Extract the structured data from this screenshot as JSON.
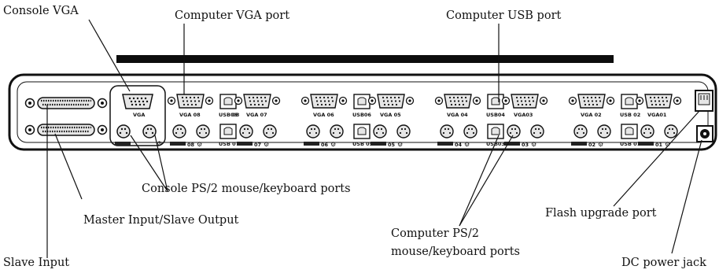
{
  "callouts": {
    "console_vga": "Console VGA",
    "computer_vga_port": "Computer VGA port",
    "computer_usb_port": "Computer USB port",
    "console_ps2": "Console PS/2 mouse/keyboard ports",
    "master_input": "Master Input/Slave Output",
    "slave_input": "Slave Input",
    "computer_ps2_line1": "Computer PS/2",
    "computer_ps2_line2": "mouse/keyboard ports",
    "flash_upgrade": "Flash upgrade port",
    "dc_power": "DC power jack"
  },
  "console_labels": {
    "vga": "VGA"
  },
  "ports": [
    {
      "vga": "VGA 08",
      "usb": "USB 08",
      "usb_bottom": "USB 07",
      "ps2_num": "08"
    },
    {
      "vga": "VGA 07",
      "usb": "06",
      "usb_bottom": "",
      "ps2_num": "07"
    },
    {
      "vga": "VGA 06",
      "usb": "USB06",
      "usb_bottom": "USB 05",
      "ps2_num": "06"
    },
    {
      "vga": "VGA 05",
      "usb": "",
      "usb_bottom": "",
      "ps2_num": "05"
    },
    {
      "vga": "VGA 04",
      "usb": "USB04",
      "usb_bottom": "USB03",
      "ps2_num": "04"
    },
    {
      "vga": "VGA03",
      "usb": "",
      "usb_bottom": "",
      "ps2_num": "03"
    },
    {
      "vga": "VGA 02",
      "usb": "USB 02",
      "usb_bottom": "USB 01",
      "ps2_num": "02"
    },
    {
      "vga": "VGA01",
      "usb": "",
      "usb_bottom": "",
      "ps2_num": "01"
    }
  ],
  "colors": {
    "panel_outline": "#111111",
    "panel_fill": "#ffffff",
    "port_dark": "#222222",
    "port_light": "#e6e6e6",
    "top_bar": "#0d0d0d"
  }
}
